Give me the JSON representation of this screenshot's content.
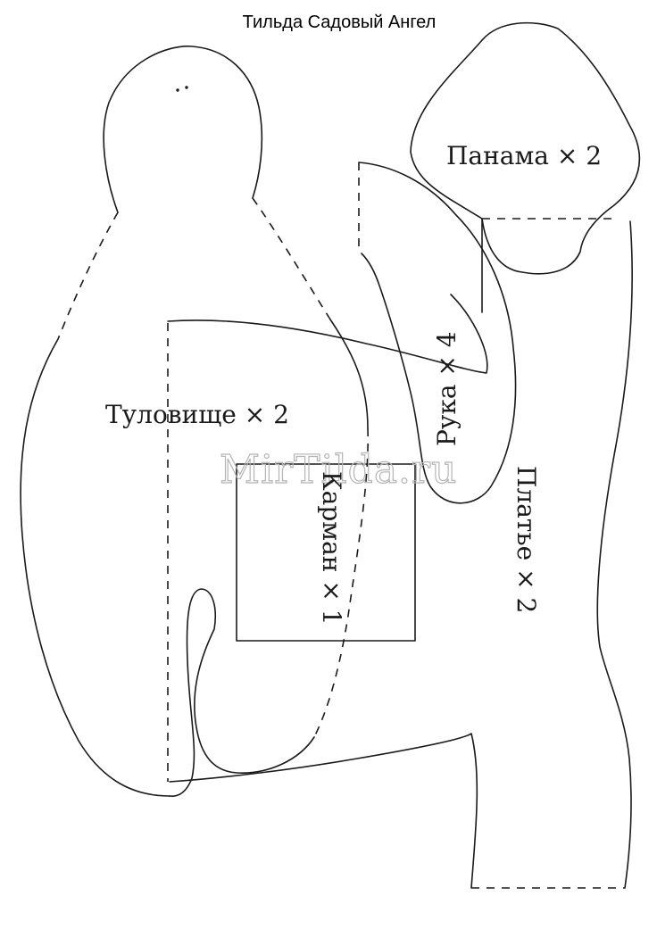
{
  "title": "Тильда Садовый Ангел",
  "watermark": "MirTilda.ru",
  "labels": {
    "body": "Туловище × 2",
    "hat": "Панама × 2",
    "arm": "Рука × 4",
    "pocket": "Карман × 1",
    "dress": "Платье × 2"
  }
}
